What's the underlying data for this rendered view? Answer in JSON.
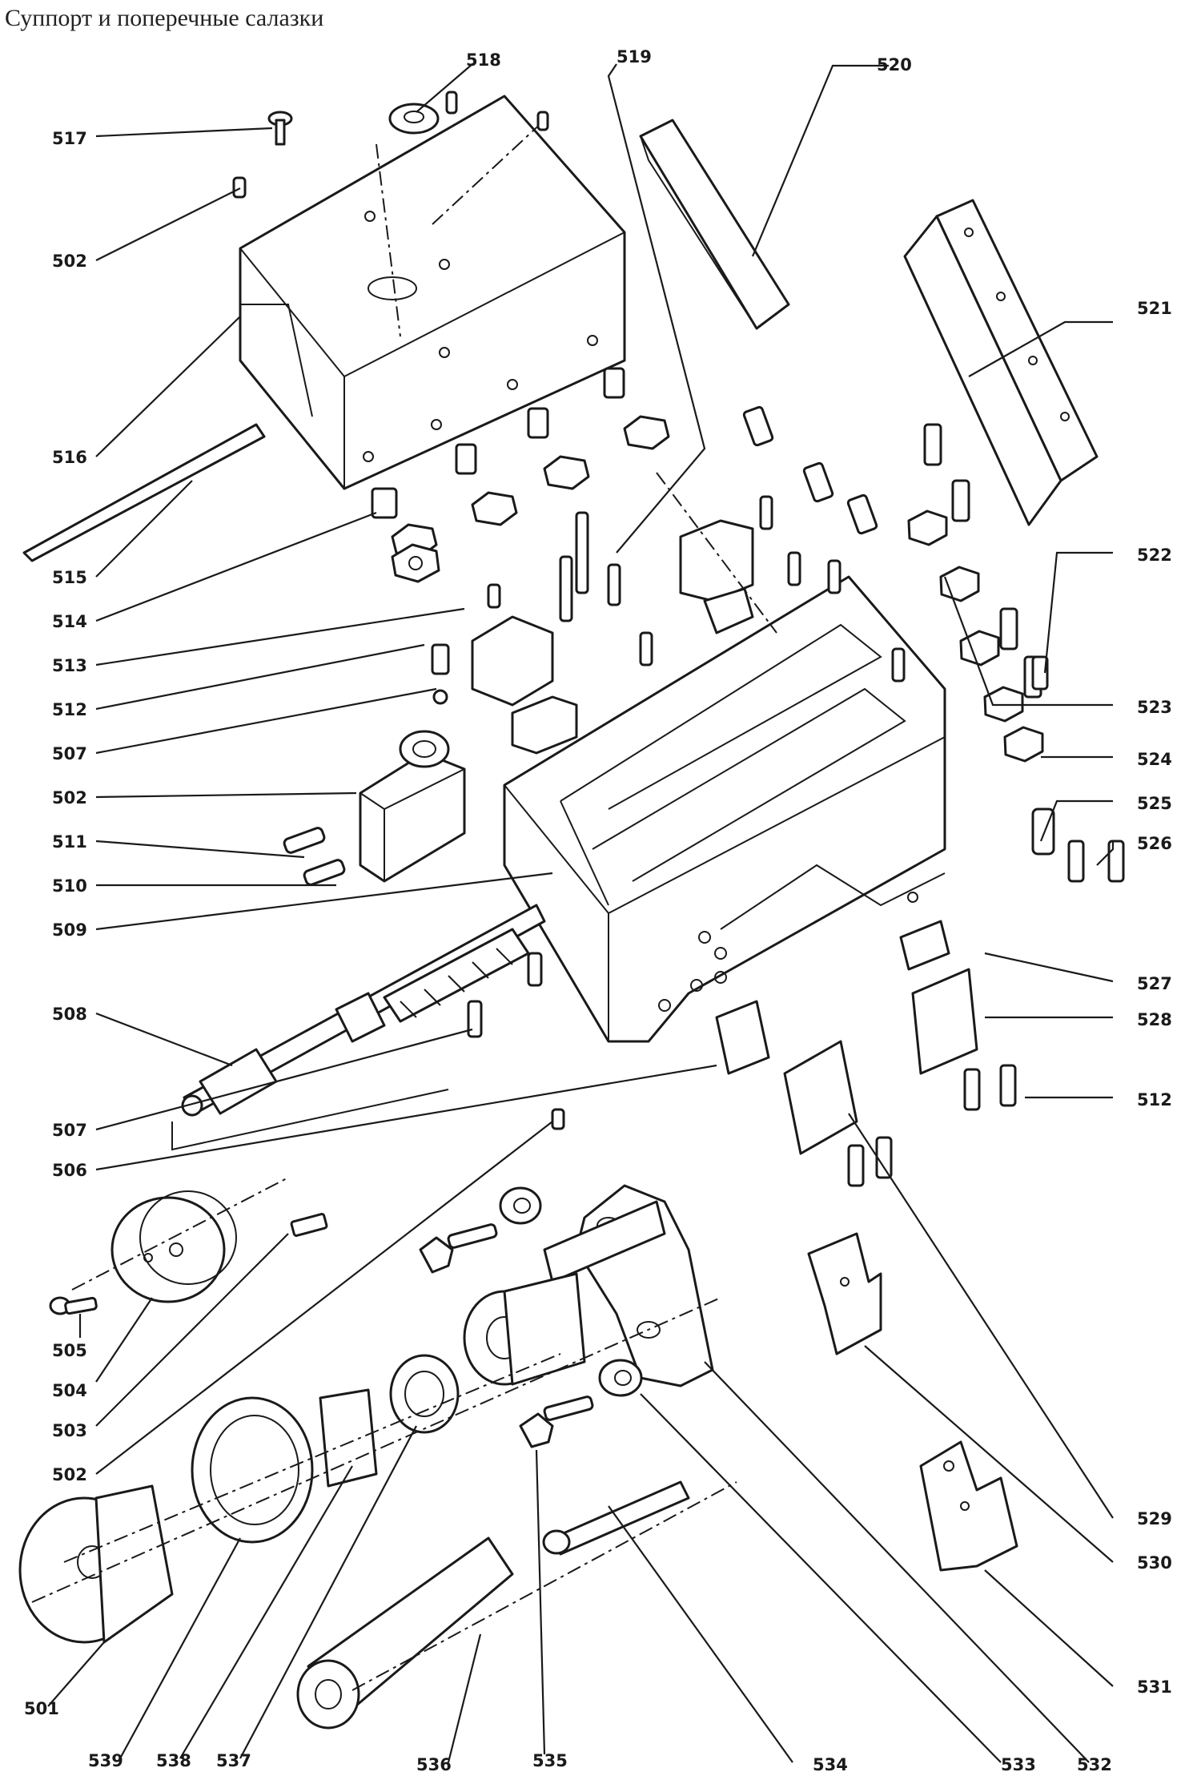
{
  "title": "Суппорт и поперечные салазки",
  "labels": {
    "l517": "517",
    "l518": "518",
    "l519": "519",
    "l520": "520",
    "l502a": "502",
    "l521": "521",
    "l516": "516",
    "l515": "515",
    "l514": "514",
    "l522": "522",
    "l513": "513",
    "l523": "523",
    "l512a": "512",
    "l524": "524",
    "l507a": "507",
    "l525": "525",
    "l502b": "502",
    "l526": "526",
    "l511": "511",
    "l510": "510",
    "l509": "509",
    "l527": "527",
    "l508": "508",
    "l528": "528",
    "l507b": "507",
    "l512b": "512",
    "l506": "506",
    "l505": "505",
    "l504": "504",
    "l503": "503",
    "l502c": "502",
    "l529": "529",
    "l530": "530",
    "l531": "531",
    "l501": "501",
    "l539": "539",
    "l538": "538",
    "l537": "537",
    "l536": "536",
    "l535": "535",
    "l534": "534",
    "l533": "533",
    "l532": "532"
  }
}
